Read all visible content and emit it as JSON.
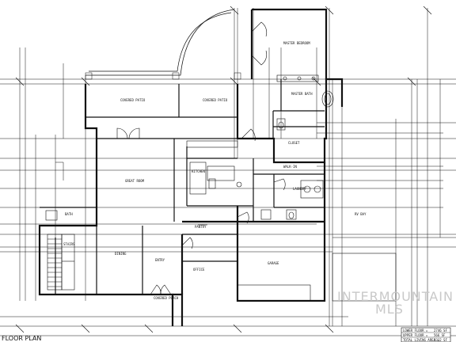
{
  "plan": {
    "title_partial": "FLOOR PLAN",
    "rooms": {
      "master_bedroom": "MASTER BEDROOM",
      "master_bath": "MASTER BATH",
      "covered_patio_left": "COVERED PATIO",
      "covered_patio_right": "COVERED PATIO",
      "great_room": "GREAT ROOM",
      "kitchen": "KITCHEN",
      "closet": "CLOSET",
      "walk_in": "WALK-IN",
      "laundry": "LAUNDRY",
      "bath": "BATH",
      "stairs": "STAIRS",
      "dining": "DINING",
      "entry": "ENTRY",
      "office": "OFFICE",
      "covered_porch": "COVERED PORCH",
      "garage": "GARAGE",
      "rv_bay": "RV BAY",
      "pantry": "PANTRY"
    },
    "schedule": {
      "rows": [
        {
          "label": "LOWER FLOOR =",
          "value": "2746 SF"
        },
        {
          "label": "UPPER FLOOR =",
          "value": "566 SF"
        },
        {
          "label": "TOTAL LIVING AREA =",
          "value": "3312 SF"
        }
      ]
    }
  },
  "watermark": {
    "line1": "INTERMOUNTAIN",
    "line2": "MLS"
  },
  "colors": {
    "line": "#111111",
    "background": "#ffffff",
    "watermark": "#c9c9c9"
  }
}
